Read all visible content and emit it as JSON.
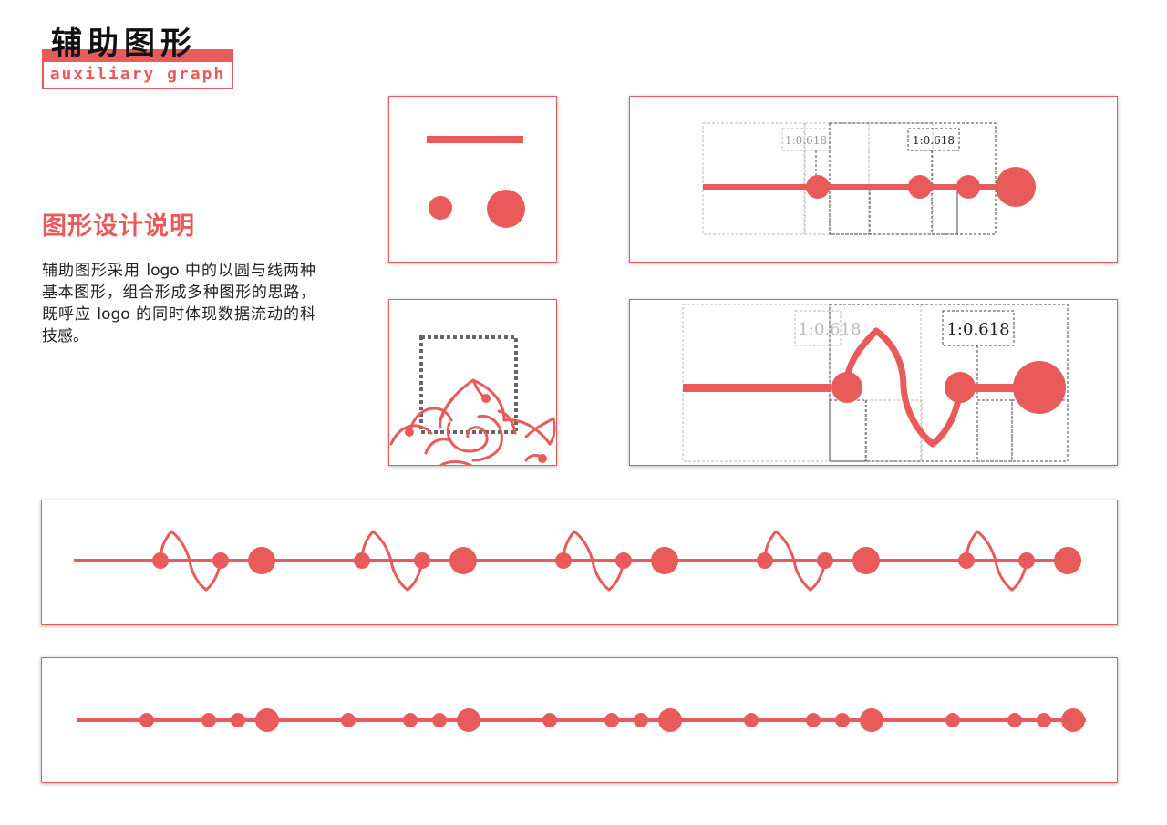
{
  "header": {
    "title_cn": "辅助图形",
    "title_en": "auxiliary graph"
  },
  "section": {
    "heading": "图形设计说明",
    "body": "辅助图形采用 logo 中的以圆与线两种基本图形，组合形成多种图形的思路，既呼应 logo 的同时体现数据流动的科技感。"
  },
  "ratio_labels": {
    "small_left": "1:0.618",
    "small_right": "1:0.618",
    "large_left": "1:0.618",
    "large_right": "1:0.618"
  },
  "colors": {
    "accent": "#e95a5a",
    "guide_light": "#bbbbbb",
    "guide_dark": "#444444"
  }
}
